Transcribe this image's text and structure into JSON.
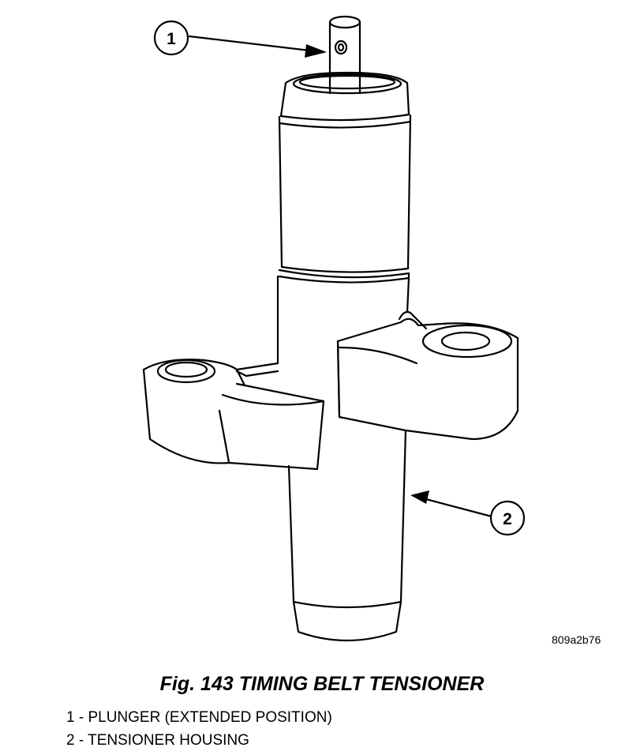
{
  "figure": {
    "code": "809a2b76",
    "caption": "Fig. 143 TIMING BELT TENSIONER"
  },
  "callouts": [
    {
      "number": "1"
    },
    {
      "number": "2"
    }
  ],
  "legend": [
    {
      "text": "1 - PLUNGER (EXTENDED POSITION)"
    },
    {
      "text": "2 - TENSIONER HOUSING"
    }
  ],
  "colors": {
    "line": "#000000",
    "background": "#ffffff"
  }
}
